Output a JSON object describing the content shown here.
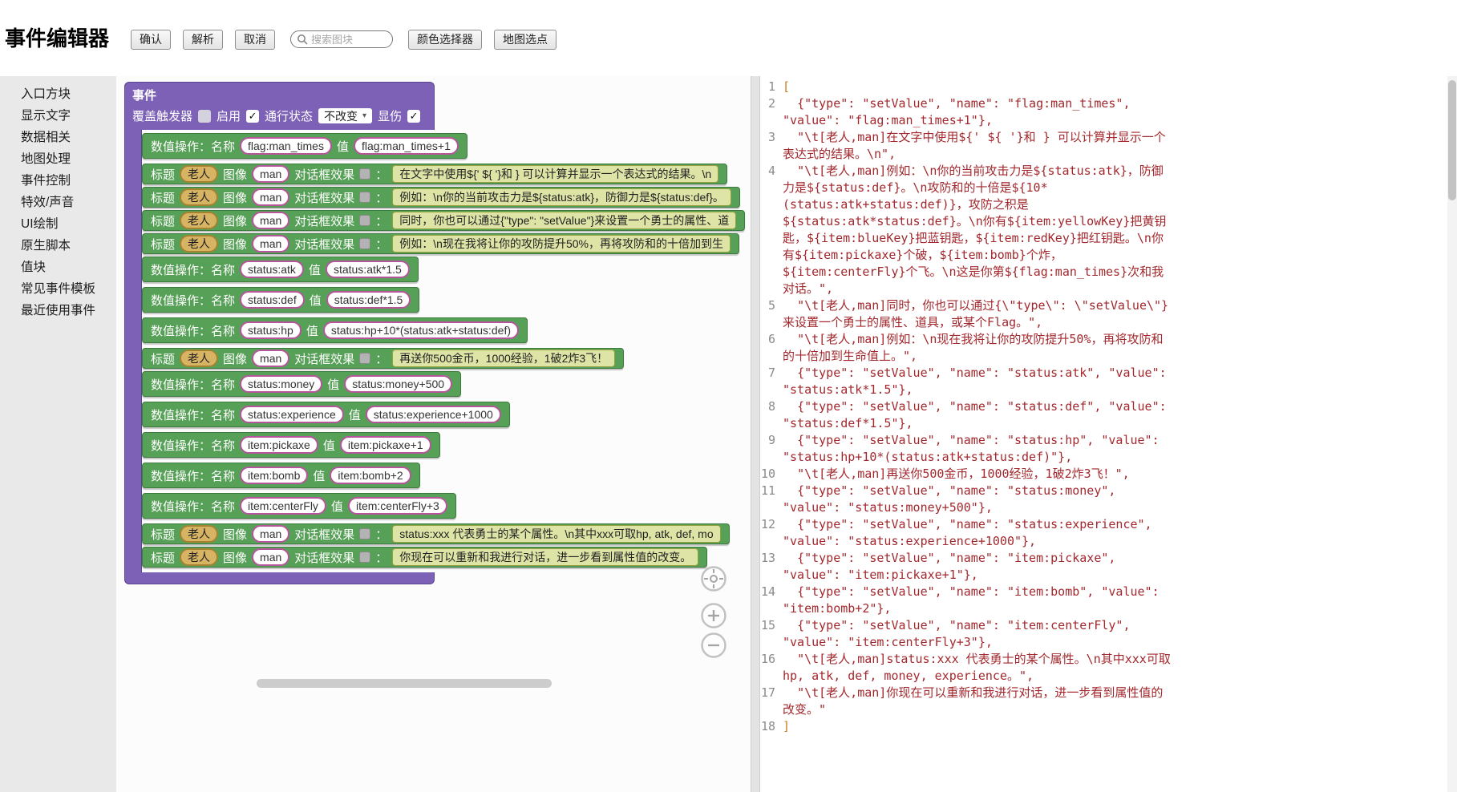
{
  "header": {
    "title": "事件编辑器",
    "buttons": {
      "confirm": "确认",
      "parse": "解析",
      "cancel": "取消",
      "color_picker": "颜色选择器",
      "map_pick": "地图选点"
    },
    "search_placeholder": "搜索图块"
  },
  "icons": {
    "chevron_down": "▾",
    "check": "✓"
  },
  "colors": {
    "event_block": "#7c61b6",
    "action_block": "#57a057",
    "field_border": "#b7559c",
    "text_chip": "#dde4a6",
    "code_text": "#a3282d"
  },
  "sidebar": {
    "items": [
      "入口方块",
      "显示文字",
      "数据相关",
      "地图处理",
      "事件控制",
      "特效/声音",
      "UI绘制",
      "原生脚本",
      "值块",
      "常见事件模板",
      "最近使用事件"
    ]
  },
  "workspace": {
    "block_labels": {
      "setvalue": "数值操作：名称",
      "value": "值",
      "title": "标题",
      "image": "图像",
      "effect": "对话框效果",
      "colon": "："
    },
    "event_block": {
      "title": "事件",
      "settings": {
        "override_trigger_label": "覆盖触发器",
        "override_trigger_checked": false,
        "enable_label": "启用",
        "enable_checked": true,
        "pass_state_label": "通行状态",
        "pass_state_value": "不改变",
        "show_damage_label": "显伤",
        "show_damage_checked": true
      },
      "children": [
        {
          "kind": "setvalue",
          "name": "flag:man_times",
          "value": "flag:man_times+1"
        },
        {
          "kind": "text",
          "title": "老人",
          "image": "man",
          "text": "在文字中使用${' ${ '}和 } 可以计算并显示一个表达式的结果。\\n"
        },
        {
          "kind": "text",
          "title": "老人",
          "image": "man",
          "text": "例如：\\n你的当前攻击力是${status:atk}，防御力是${status:def}。"
        },
        {
          "kind": "text",
          "title": "老人",
          "image": "man",
          "text": "同时，你也可以通过{\"type\": \"setValue\"}来设置一个勇士的属性、道"
        },
        {
          "kind": "text",
          "title": "老人",
          "image": "man",
          "text": "例如：\\n现在我将让你的攻防提升50%，再将攻防和的十倍加到生"
        },
        {
          "kind": "setvalue",
          "name": "status:atk",
          "value": "status:atk*1.5"
        },
        {
          "kind": "setvalue",
          "name": "status:def",
          "value": "status:def*1.5"
        },
        {
          "kind": "setvalue",
          "name": "status:hp",
          "value": "status:hp+10*(status:atk+status:def)"
        },
        {
          "kind": "text",
          "title": "老人",
          "image": "man",
          "text": "再送你500金币，1000经验，1破2炸3飞！"
        },
        {
          "kind": "setvalue",
          "name": "status:money",
          "value": "status:money+500"
        },
        {
          "kind": "setvalue",
          "name": "status:experience",
          "value": "status:experience+1000"
        },
        {
          "kind": "setvalue",
          "name": "item:pickaxe",
          "value": "item:pickaxe+1"
        },
        {
          "kind": "setvalue",
          "name": "item:bomb",
          "value": "item:bomb+2"
        },
        {
          "kind": "setvalue",
          "name": "item:centerFly",
          "value": "item:centerFly+3"
        },
        {
          "kind": "text",
          "title": "老人",
          "image": "man",
          "text": "status:xxx 代表勇士的某个属性。\\n其中xxx可取hp, atk, def, mo"
        },
        {
          "kind": "text",
          "title": "老人",
          "image": "man",
          "text": "你现在可以重新和我进行对话，进一步看到属性值的改变。"
        }
      ]
    },
    "zoom_controls": [
      {
        "icon": "zoom-reset-icon"
      },
      {
        "icon": "zoom-in-icon"
      },
      {
        "icon": "zoom-out-icon"
      }
    ]
  },
  "code_panel": {
    "lines": [
      "[",
      "  {\"type\": \"setValue\", \"name\": \"flag:man_times\", \"value\": \"flag:man_times+1\"},",
      "  \"\\t[老人,man]在文字中使用${' ${ '}和 } 可以计算并显示一个表达式的结果。\\n\",",
      "  \"\\t[老人,man]例如：\\n你的当前攻击力是${status:atk}，防御力是${status:def}。\\n攻防和的十倍是${10*(status:atk+status:def)}，攻防之积是${status:atk*status:def}。\\n你有${item:yellowKey}把黄钥匙，${item:blueKey}把蓝钥匙，${item:redKey}把红钥匙。\\n你有${item:pickaxe}个破，${item:bomb}个炸，${item:centerFly}个飞。\\n这是你第${flag:man_times}次和我对话。\",",
      "  \"\\t[老人,man]同时，你也可以通过{\\\"type\\\": \\\"setValue\\\"}来设置一个勇士的属性、道具，或某个Flag。\",",
      "  \"\\t[老人,man]例如：\\n现在我将让你的攻防提升50%，再将攻防和的十倍加到生命值上。\",",
      "  {\"type\": \"setValue\", \"name\": \"status:atk\", \"value\": \"status:atk*1.5\"},",
      "  {\"type\": \"setValue\", \"name\": \"status:def\", \"value\": \"status:def*1.5\"},",
      "  {\"type\": \"setValue\", \"name\": \"status:hp\", \"value\": \"status:hp+10*(status:atk+status:def)\"},",
      "  \"\\t[老人,man]再送你500金币，1000经验，1破2炸3飞！\",",
      "  {\"type\": \"setValue\", \"name\": \"status:money\", \"value\": \"status:money+500\"},",
      "  {\"type\": \"setValue\", \"name\": \"status:experience\", \"value\": \"status:experience+1000\"},",
      "  {\"type\": \"setValue\", \"name\": \"item:pickaxe\", \"value\": \"item:pickaxe+1\"},",
      "  {\"type\": \"setValue\", \"name\": \"item:bomb\", \"value\": \"item:bomb+2\"},",
      "  {\"type\": \"setValue\", \"name\": \"item:centerFly\", \"value\": \"item:centerFly+3\"},",
      "  \"\\t[老人,man]status:xxx 代表勇士的某个属性。\\n其中xxx可取hp, atk, def, money, experience。\",",
      "  \"\\t[老人,man]你现在可以重新和我进行对话，进一步看到属性值的改变。\"",
      "]"
    ]
  }
}
